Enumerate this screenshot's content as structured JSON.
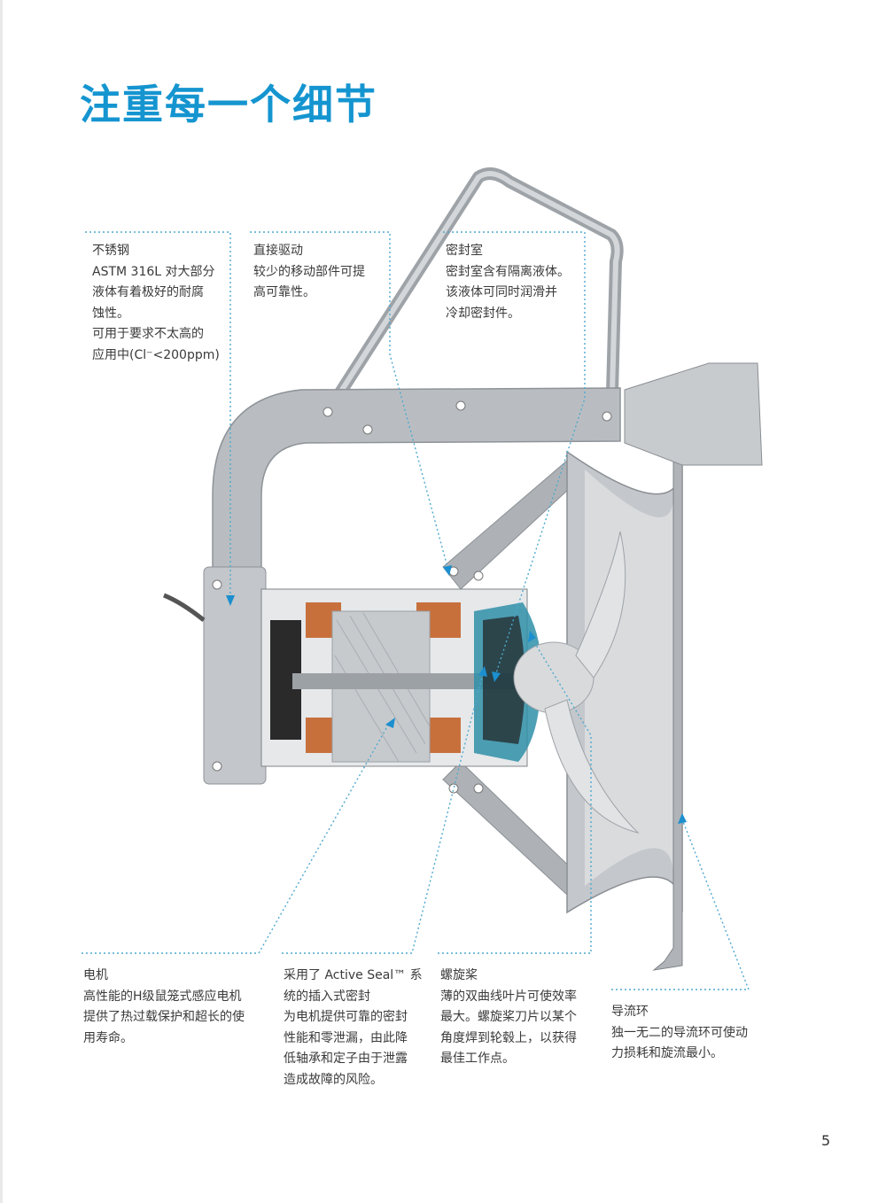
{
  "page": {
    "title": "注重每一个细节",
    "page_number": "5"
  },
  "callouts": {
    "stainless_steel": {
      "heading": "不锈钢",
      "lines": [
        "ASTM 316L 对大部分",
        "液体有着极好的耐腐",
        "蚀性。",
        "可用于要求不太高的",
        "应用中(Cl⁻<200ppm)"
      ]
    },
    "direct_drive": {
      "heading": "直接驱动",
      "lines": [
        "较少的移动部件可提",
        "高可靠性。"
      ]
    },
    "seal_chamber": {
      "heading": "密封室",
      "lines": [
        "密封室含有隔离液体。",
        "该液体可同时润滑并",
        "冷却密封件。"
      ]
    },
    "motor": {
      "heading": "电机",
      "lines": [
        "高性能的H级鼠笼式感应电机",
        "提供了热过载保护和超长的使",
        "用寿命。"
      ]
    },
    "active_seal": {
      "heading": "采用了 Active Seal™ 系",
      "lines": [
        "统的插入式密封",
        "为电机提供可靠的密封",
        "性能和零泄漏，由此降",
        "低轴承和定子由于泄露",
        "造成故障的风险。"
      ]
    },
    "propeller": {
      "heading": "螺旋桨",
      "lines": [
        "薄的双曲线叶片可使效率",
        "最大。螺旋桨刀片以某个",
        "角度焊到轮毂上，以获得",
        "最佳工作点。"
      ]
    },
    "flow_ring": {
      "heading": "导流环",
      "lines": [
        "独一无二的导流环可使动",
        "力损耗和旋流最小。"
      ]
    }
  },
  "colors": {
    "title_blue": "#1595d0",
    "leader_blue": "#4fa9cf",
    "steel_gray": "#b8bcc0",
    "copper": "#c8703c",
    "seal_teal": "#2f8fa8"
  }
}
